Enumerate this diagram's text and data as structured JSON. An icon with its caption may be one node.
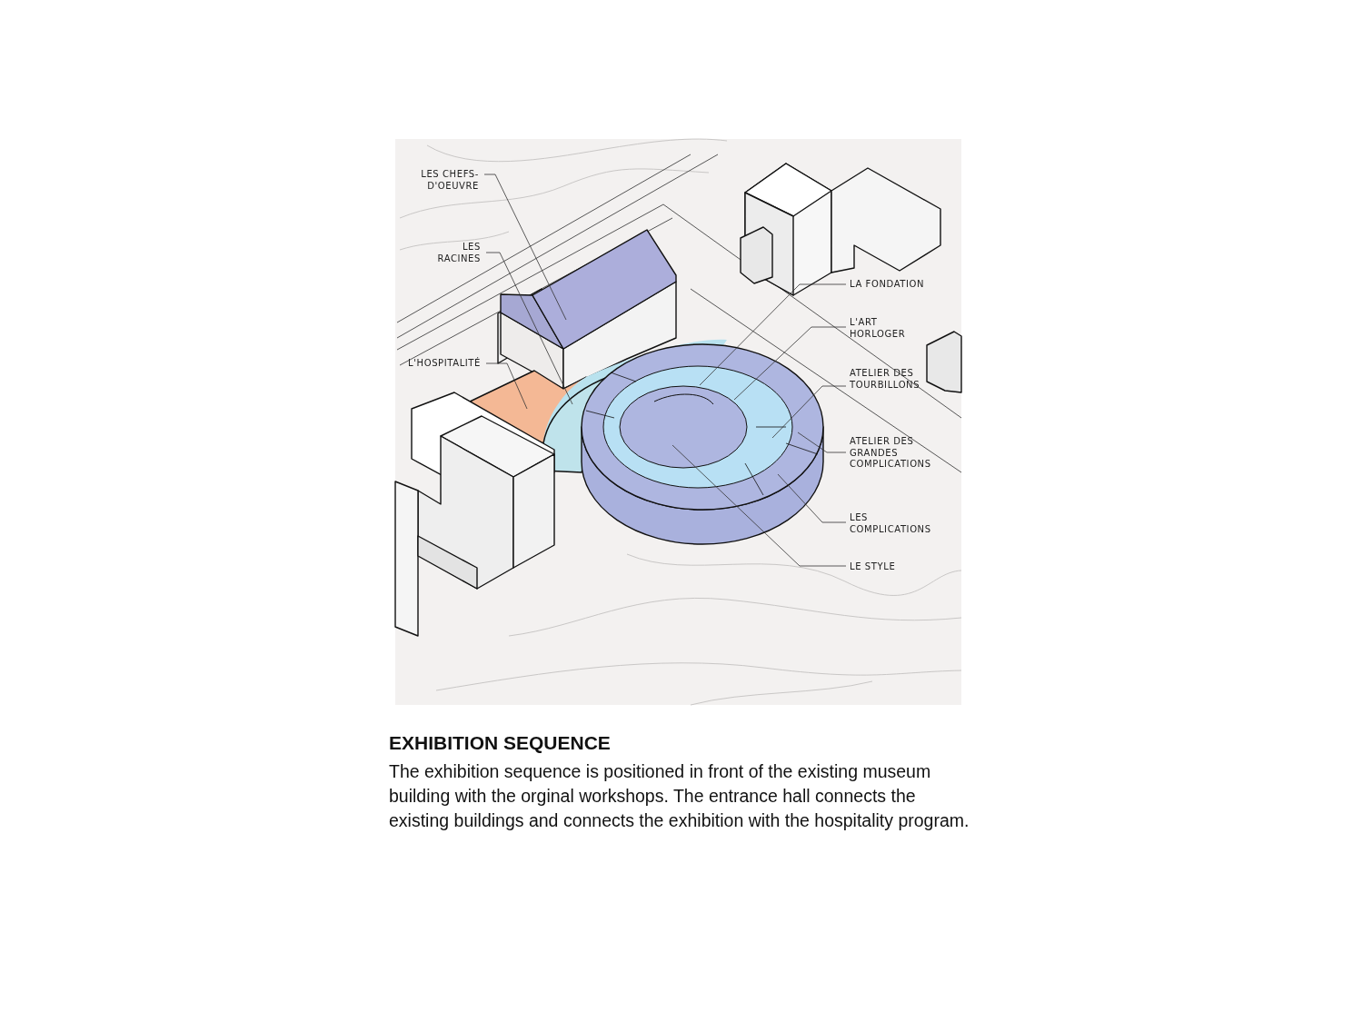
{
  "diagram": {
    "title": "EXHIBITION SEQUENCE",
    "caption": "The exhibition sequence is positioned in front of the existing museum building with the orginal workshops. The entrance hall connects the existing buildings and connects the exhibition with the hospitality program.",
    "nodes": [
      {
        "text": [
          "LES CHEFS- D'OEUVRE"
        ]
      },
      {
        "text": [
          "LES RACINES"
        ]
      },
      {
        "text": [
          "L'HOSPITALITÉ"
        ]
      },
      {
        "text": [
          "LA FONDATION"
        ]
      },
      {
        "text": [
          "L'ART HORLOGER"
        ]
      },
      {
        "text": [
          "ATELIER DES TOURBILLONS"
        ]
      },
      {
        "text": [
          "ATELIER DES GRANDES COMPLICATIONS"
        ]
      },
      {
        "text": [
          "LES COMPLICATIONS"
        ]
      },
      {
        "text": [
          "LE STYLE"
        ]
      }
    ],
    "edges": [
      {
        "from": 0,
        "to": null,
        "arrow": "none"
      },
      {
        "from": 1,
        "to": null,
        "arrow": "none"
      },
      {
        "from": 2,
        "to": null,
        "arrow": "none"
      },
      {
        "from": 3,
        "to": null,
        "arrow": "none"
      },
      {
        "from": 4,
        "to": null,
        "arrow": "none"
      },
      {
        "from": 5,
        "to": null,
        "arrow": "none"
      },
      {
        "from": 6,
        "to": null,
        "arrow": "none"
      },
      {
        "from": 7,
        "to": null,
        "arrow": "none"
      },
      {
        "from": 8,
        "to": null,
        "arrow": "none"
      }
    ]
  }
}
